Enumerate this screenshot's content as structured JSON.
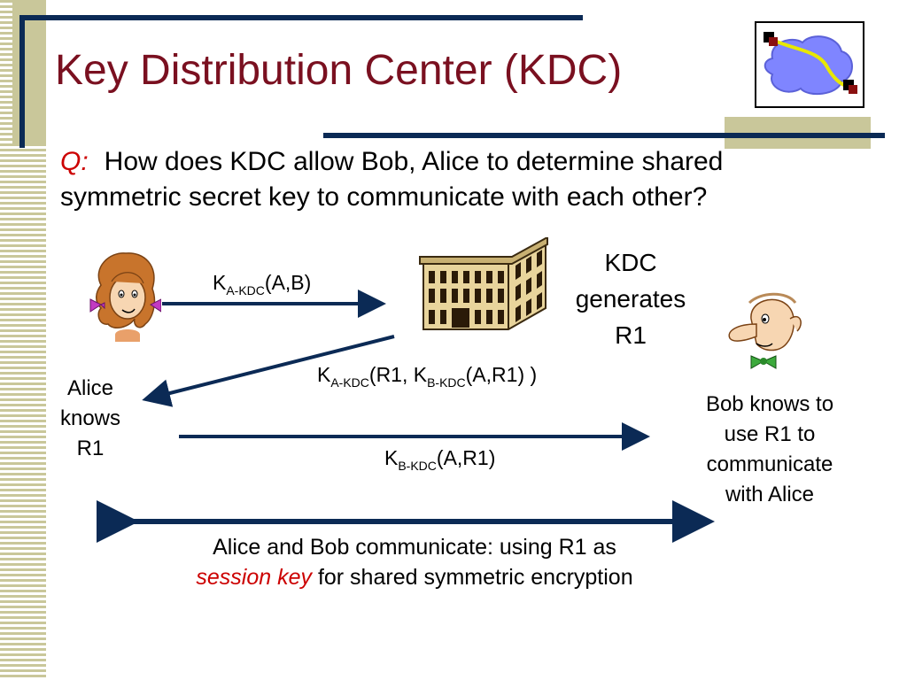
{
  "title": "Key Distribution Center (KDC)",
  "question": {
    "marker": "Q:",
    "line1": "How does KDC allow Bob, Alice to determine shared",
    "line2": "symmetric secret key to communicate with each other?"
  },
  "kdc_note": [
    "KDC",
    "generates",
    "R1"
  ],
  "msg1": {
    "k": "K",
    "sub": "A-KDC",
    "rest": "(A,B)"
  },
  "msg2": {
    "k1": "K",
    "sub1": "A-KDC",
    "mid": "(R1, K",
    "sub2": "B-KDC",
    "rest": "(A,R1) )"
  },
  "msg3": {
    "k": "K",
    "sub": "B-KDC",
    "rest": "(A,R1)"
  },
  "alice_note": [
    "Alice",
    "knows",
    "R1"
  ],
  "bob_note": [
    "Bob knows to",
    "use  R1 to",
    "communicate",
    "with Alice"
  ],
  "bottom": {
    "line1": "Alice and Bob communicate: using R1 as",
    "session_key": "session key",
    "line2_rest": "for shared symmetric encryption"
  },
  "colors": {
    "title": "#7a1020",
    "arrow": "#0b2a55",
    "accent_red": "#cc0000",
    "stripe": "#c9c79a"
  },
  "icons": [
    "alice-figure-icon",
    "kdc-building-icon",
    "bob-figure-icon",
    "network-cloud-logo-icon"
  ]
}
